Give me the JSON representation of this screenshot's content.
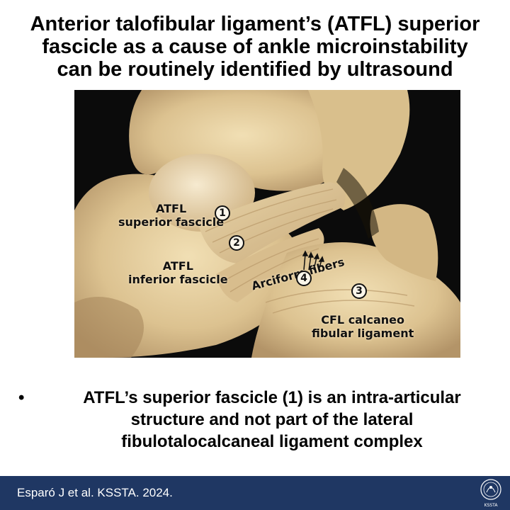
{
  "title": {
    "line1": "Anterior talofibular ligament’s (ATFL) superior",
    "line2": "fascicle as a cause of ankle microinstability",
    "line3": "can be routinely identified by ultrasound"
  },
  "figure": {
    "labels": {
      "atfl_superior_line1": "ATFL",
      "atfl_superior_line2": "superior fascicle",
      "atfl_inferior_line1": "ATFL",
      "atfl_inferior_line2": "inferior fascicle",
      "arciform": "Arciform fibers",
      "cfl_line1": "CFL calcaneo",
      "cfl_line2": "fibular ligament"
    },
    "markers": [
      "1",
      "2",
      "3",
      "4"
    ]
  },
  "bullet": {
    "symbol": "•",
    "line1": "ATFL’s superior fascicle (1) is an intra-articular",
    "line2": "structure and not part of the lateral",
    "line3": "fibulotalocalcaneal ligament complex"
  },
  "footer": {
    "citation": "Esparó J et al. KSSTA. 2024.",
    "logo_text": "KSSTA",
    "background": "#1f3763"
  }
}
